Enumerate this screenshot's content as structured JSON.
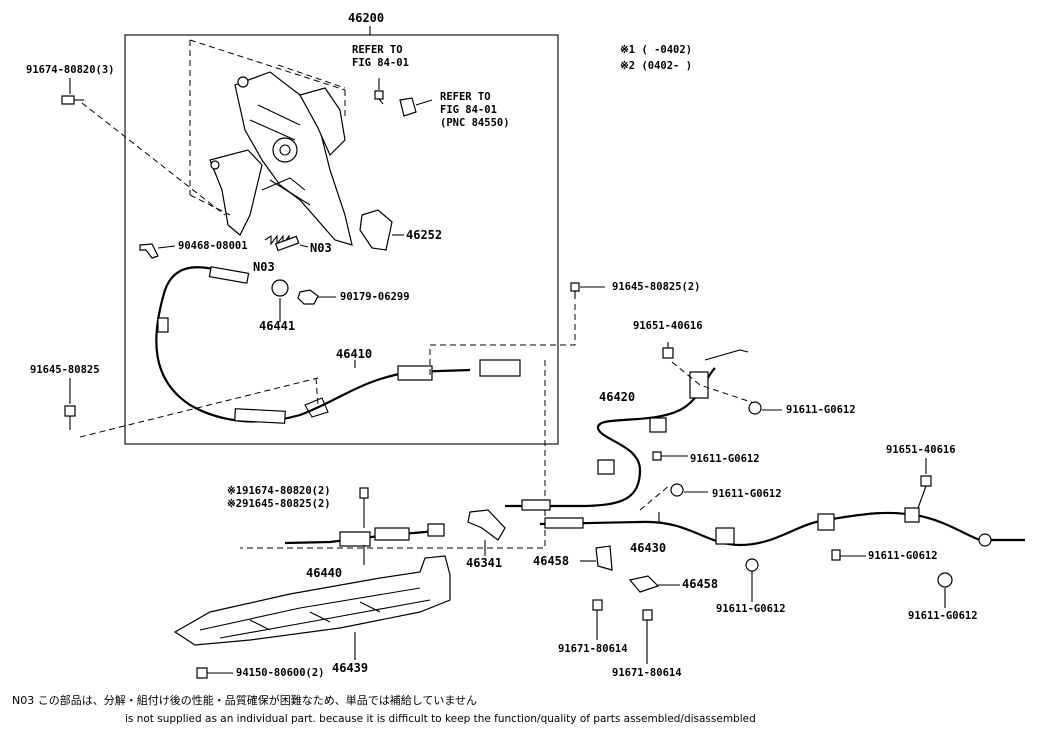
{
  "notes": {
    "note1": "※1 (    -0402)",
    "note2": "※2 (0402-    )"
  },
  "labels": {
    "p46200": "46200",
    "p91674_3": "91674-80820(3)",
    "refer1": "REFER TO",
    "refer1b": "FIG 84-01",
    "refer2": "REFER TO",
    "refer2b": "FIG 84-01",
    "refer2c": "(PNC 84550)",
    "p90468": "90468-08001",
    "pN03a": "N03",
    "pN03b": "N03",
    "p46252": "46252",
    "p90179": "90179-06299",
    "p46441": "46441",
    "p91645_2": "91645-80825(2)",
    "p91645": "91645-80825",
    "p46410": "46410",
    "p91651a": "91651-40616",
    "p46420": "46420",
    "p91611a": "91611-G0612",
    "p91611b": "91611-G0612",
    "p91611c": "91611-G0612",
    "p91651b": "91651-40616",
    "p91674_2": "※191674-80820(2)",
    "p91645_2b": "※291645-80825(2)",
    "p46440": "46440",
    "p46341": "46341",
    "p46458a": "46458",
    "p46430": "46430",
    "p46458b": "46458",
    "p91611d": "91611-G0612",
    "p91611e": "91611-G0612",
    "p91611f": "91611-G0612",
    "p46439": "46439",
    "p91671a": "91671-80614",
    "p91671b": "91671-80614",
    "p94150": "94150-80600(2)"
  },
  "footer": {
    "line1": "N03  この部品は、分解・組付け後の性能・品質確保が困難なため、単品では補給していません",
    "line2": "is not supplied as an individual part.     because it is difficult to keep the function/quality of parts assembled/disassembled"
  }
}
